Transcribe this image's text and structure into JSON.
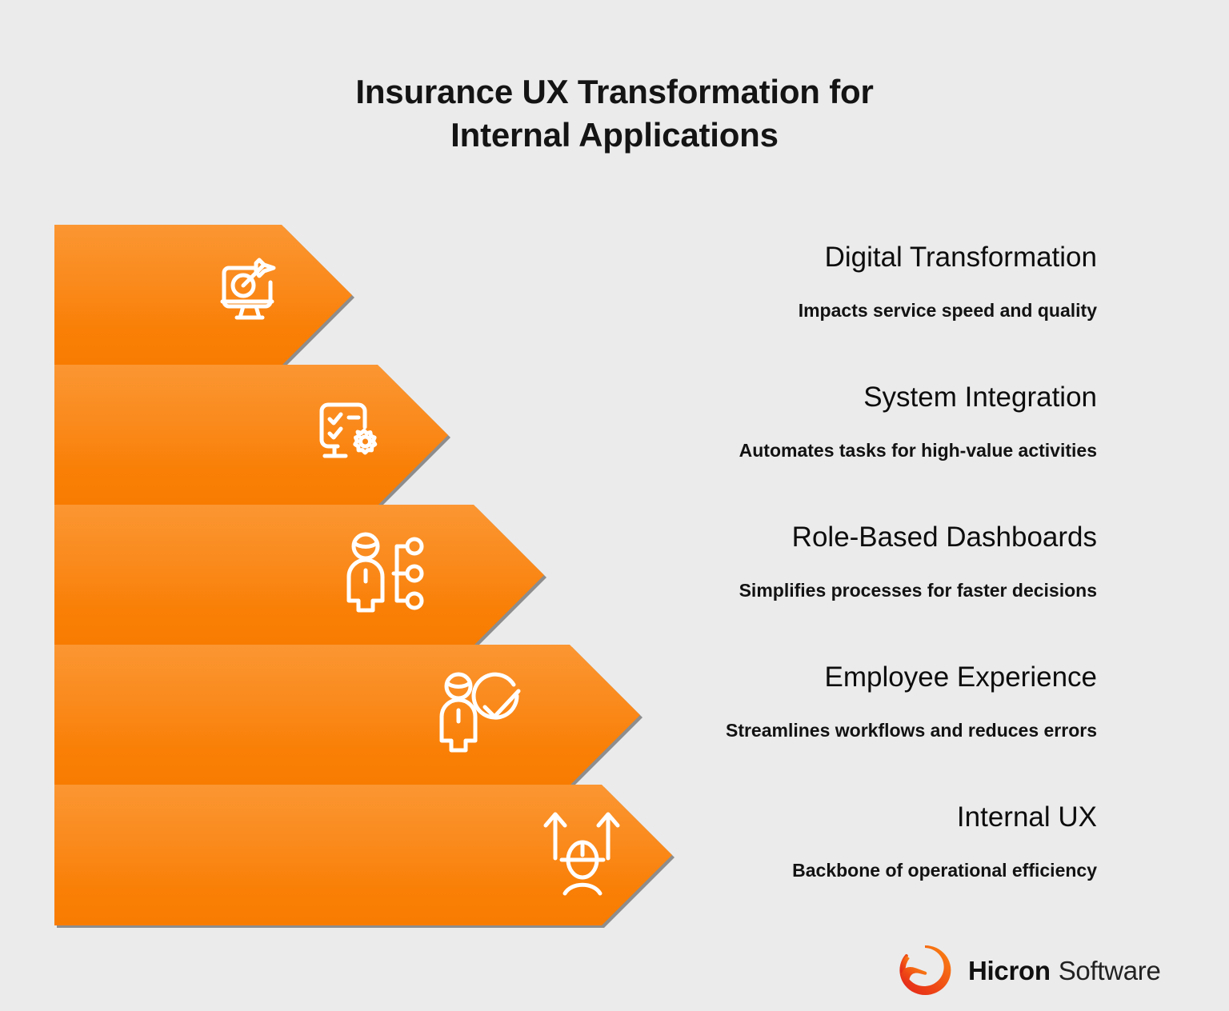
{
  "title": "Insurance UX Transformation for\nInternal Applications",
  "theme": {
    "background": "#ebebeb",
    "arrow_gradient_top": "#fb9632",
    "arrow_gradient_bottom": "#f87c00",
    "arrow_shadow": "#8d8d8d",
    "title_color": "#141414",
    "icon_color": "#ffffff",
    "logo_red": "#e8271c",
    "logo_orange": "#fb7a15"
  },
  "steps": [
    {
      "index": 1,
      "title": "Digital Transformation",
      "subtitle": "Impacts service speed and quality",
      "icon": "monitor-target-icon"
    },
    {
      "index": 2,
      "title": "System Integration",
      "subtitle": "Automates tasks for high-value activities",
      "icon": "checklist-gear-icon"
    },
    {
      "index": 3,
      "title": "Role-Based Dashboards",
      "subtitle": "Simplifies processes for faster decisions",
      "icon": "person-hierarchy-icon"
    },
    {
      "index": 4,
      "title": "Employee Experience",
      "subtitle": "Streamlines workflows and reduces errors",
      "icon": "person-check-icon"
    },
    {
      "index": 5,
      "title": "Internal UX",
      "subtitle": "Backbone of operational efficiency",
      "icon": "person-growth-arrows-icon"
    }
  ],
  "logo": {
    "brand": "Hicron",
    "product": "Software",
    "mark": "hicron-ring-icon"
  }
}
